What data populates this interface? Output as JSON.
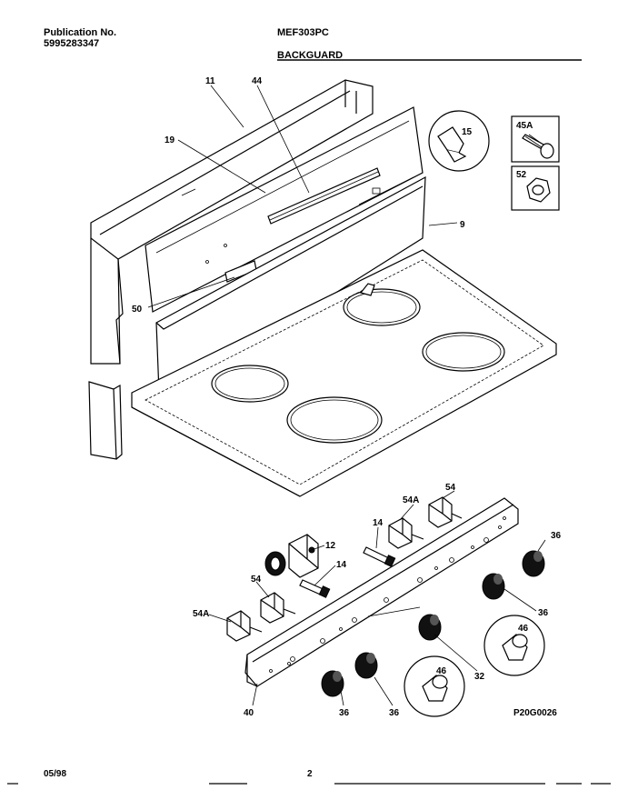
{
  "header": {
    "publication_label": "Publication No.",
    "publication_number": "5995283347",
    "model": "MEF303PC",
    "section": "BACKGUARD"
  },
  "footer": {
    "date": "05/98",
    "page": "2"
  },
  "diagram_code": "P20G0026",
  "callouts": {
    "c11": "11",
    "c44": "44",
    "c19": "19",
    "c15": "15",
    "c45a": "45A",
    "c52": "52",
    "c9": "9",
    "c50": "50",
    "c54_top": "54",
    "c54a_top": "54A",
    "c14_top": "14",
    "c12": "12",
    "c14_mid": "14",
    "c54_left": "54",
    "c54a_left": "54A",
    "c36_r1": "36",
    "c36_r2": "36",
    "c46_r": "46",
    "c32": "32",
    "c46_b": "46",
    "c36_b1": "36",
    "c36_b2": "36",
    "c40": "40"
  }
}
